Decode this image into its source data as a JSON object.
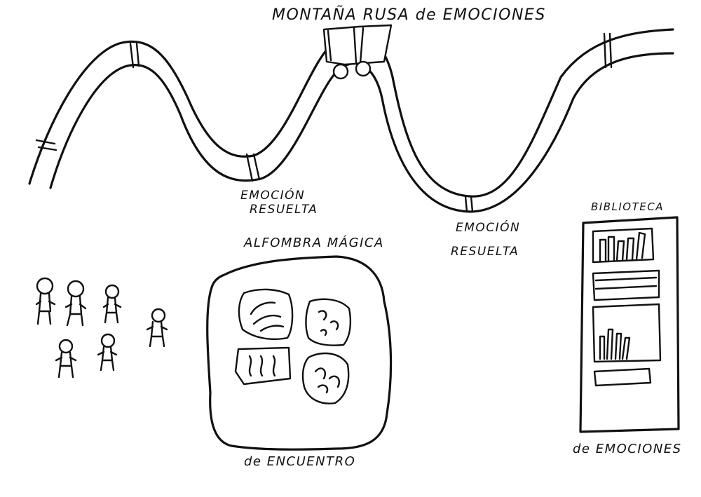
{
  "rollercoaster": {
    "title": "MONTAÑA RUSA de EMOCIONES",
    "station_1": {
      "line1": "EMOCIÓN",
      "line2": "RESUELTA"
    },
    "station_2": {
      "line1": "EMOCIÓN",
      "line2": "RESUELTA"
    }
  },
  "carpet": {
    "label_top": "ALFOMBRA MÁGICA",
    "label_bottom": "de ENCUENTRO"
  },
  "library": {
    "label_top": "BIBLIOTECA",
    "label_bottom": "de EMOCIONES"
  },
  "people": {
    "count": 6
  },
  "colors": {
    "ink": "#111111",
    "paper": "#ffffff"
  }
}
